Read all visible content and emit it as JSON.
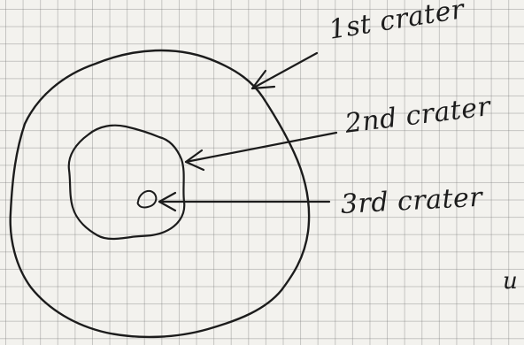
{
  "labels": {
    "crater_1": "1st crater",
    "crater_2": "2nd crater",
    "crater_3": "3rd crater",
    "margin_mark": "u"
  },
  "colors": {
    "ink": "#1c1c1c",
    "paper": "#f3f2ee",
    "grid": "#8c8c8c"
  }
}
